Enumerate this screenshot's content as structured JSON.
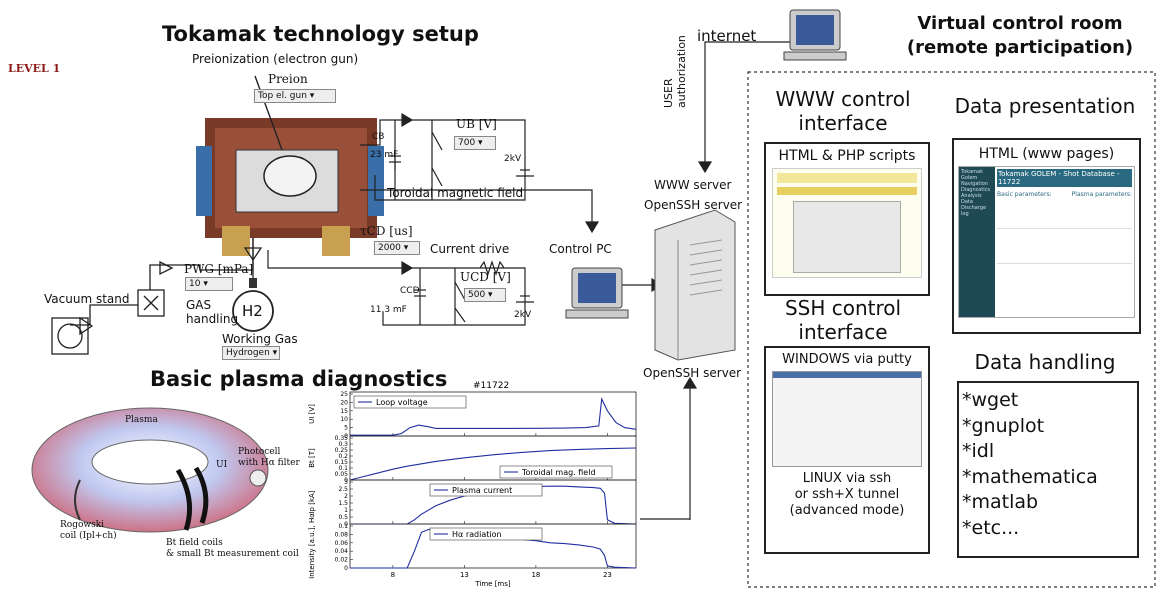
{
  "level": "LEVEL 1",
  "tokamak": {
    "title": "Tokamak technology setup",
    "preionization": "Preionization (electron gun)",
    "preion_label": "Preion",
    "preion_value": "Top el. gun",
    "pwg_label": "PWG [mPa]",
    "pwg_value": "10",
    "gas_handling": "GAS\nhandling",
    "h2": "H2",
    "working_gas": "Working Gas",
    "working_gas_value": "Hydrogen",
    "vacuum_stand": "Vacuum stand",
    "cb": "CB",
    "cb_value": "23 mF",
    "ub_label": "UB [V]",
    "ub_value": "700",
    "kv1": "2kV",
    "toroidal_field": "Toroidal magnetic field",
    "tcd_label": "τCD [us]",
    "tcd_value": "2000",
    "current_drive": "Current drive",
    "ccd": "CCD",
    "ccd_value": "11.3 mF",
    "ucd_label": "UCD [V]",
    "ucd_value": "500",
    "kv2": "2kV"
  },
  "diagnostics": {
    "title": "Basic plasma diagnostics",
    "plasma": "Plasma",
    "ut": "UI",
    "photocell": "Photocell\nwith Hα filter",
    "rogowski": "Rogowski\ncoil (Ipl+ch)",
    "bt_coils": "Bt field coils\n& small Bt measurement coil"
  },
  "network": {
    "internet": "internet",
    "user_auth": "USER\nauthorization",
    "www_server": "WWW server",
    "openssh_server_top": "OpenSSH server",
    "openssh_server_bottom": "OpenSSH server",
    "control_pc": "Control PC"
  },
  "control_room": {
    "title": "Virtual control room\n(remote participation)",
    "www_control": "WWW control\ninterface",
    "html_php": "HTML & PHP scripts",
    "ssh_control": "SSH control\ninterface",
    "windows_putty": "WINDOWS via putty",
    "linux_ssh": "LINUX via ssh\nor ssh+X tunnel\n(advanced mode)",
    "data_presentation": "Data presentation",
    "html_www": "HTML (www pages)",
    "golem_title": "Tokamak GOLEM - Shot Database - 11722",
    "golem_basic": "Basic parameters:",
    "golem_plasma": "Plasma parameters:",
    "golem_nav": [
      "Tokamak Golem",
      "Navigation",
      "Diagnostics",
      "Analysis",
      "Data",
      "Discharge log"
    ],
    "data_handling": "Data handling",
    "tools": [
      "*wget",
      "*gnuplot",
      "*idl",
      "*mathematica",
      "*matlab",
      "*etc..."
    ]
  },
  "chart_data": {
    "type": "line",
    "title": "#11722",
    "xlabel": "Time [ms]",
    "xlim": [
      5,
      25
    ],
    "x_ticks": [
      8,
      13,
      18,
      23
    ],
    "panels": [
      {
        "ylabel": "UI [V]",
        "legend": "Loop voltage",
        "ylim": [
          0,
          25
        ],
        "y_ticks": [
          0,
          5,
          10,
          15,
          20,
          25
        ],
        "series": {
          "x": [
            5,
            8,
            8.6,
            9.2,
            9.8,
            10.5,
            11,
            12,
            14,
            16,
            18,
            20,
            21.5,
            22.4,
            22.6,
            23,
            23.6,
            24.2,
            25
          ],
          "y": [
            0.5,
            0.5,
            1.5,
            5,
            6.5,
            5.5,
            4.5,
            4.5,
            4.5,
            4.5,
            4.6,
            4.7,
            5,
            6,
            22,
            15,
            8,
            5,
            4
          ]
        }
      },
      {
        "ylabel": "Bt [T]",
        "legend": "Toroidal mag. field",
        "ylim": [
          0,
          0.35
        ],
        "y_ticks": [
          0,
          0.05,
          0.1,
          0.15,
          0.2,
          0.25,
          0.3,
          0.35
        ],
        "series": {
          "x": [
            5,
            6,
            7,
            8,
            9,
            10,
            11,
            13,
            15,
            17,
            19,
            21,
            23,
            25
          ],
          "y": [
            0.0,
            0.03,
            0.06,
            0.09,
            0.115,
            0.135,
            0.155,
            0.185,
            0.21,
            0.23,
            0.245,
            0.255,
            0.262,
            0.267
          ]
        }
      },
      {
        "ylabel": "Ip [kA]",
        "legend": "Plasma current",
        "ylim": [
          0,
          3.0
        ],
        "y_ticks": [
          0,
          0.5,
          1.0,
          1.5,
          2.0,
          2.5,
          3.0
        ],
        "series": {
          "x": [
            5,
            9,
            9.5,
            10,
            11,
            12,
            13,
            14,
            15,
            16,
            17,
            18,
            19,
            20,
            21,
            22,
            22.5,
            22.8,
            23,
            23.5,
            25
          ],
          "y": [
            0,
            0,
            0.3,
            0.7,
            1.3,
            1.7,
            2.0,
            2.25,
            2.45,
            2.55,
            2.65,
            2.68,
            2.7,
            2.7,
            2.65,
            2.6,
            2.55,
            2.2,
            0.3,
            0.05,
            0
          ]
        }
      },
      {
        "ylabel": "Intensity [a.u.], Hα",
        "legend": "Hα radiation",
        "ylim": [
          0,
          0.1
        ],
        "y_ticks": [
          0,
          0.02,
          0.04,
          0.06,
          0.08,
          0.1
        ],
        "series": {
          "x": [
            5,
            9,
            9.5,
            10,
            10.5,
            11,
            12,
            13,
            14,
            15,
            16,
            17,
            18,
            19,
            20,
            21,
            22,
            22.5,
            22.8,
            23,
            23.5,
            25
          ],
          "y": [
            0,
            0,
            0.04,
            0.085,
            0.092,
            0.09,
            0.085,
            0.08,
            0.078,
            0.075,
            0.07,
            0.068,
            0.065,
            0.06,
            0.058,
            0.055,
            0.05,
            0.045,
            0.03,
            0.005,
            0.002,
            0
          ]
        }
      }
    ]
  }
}
